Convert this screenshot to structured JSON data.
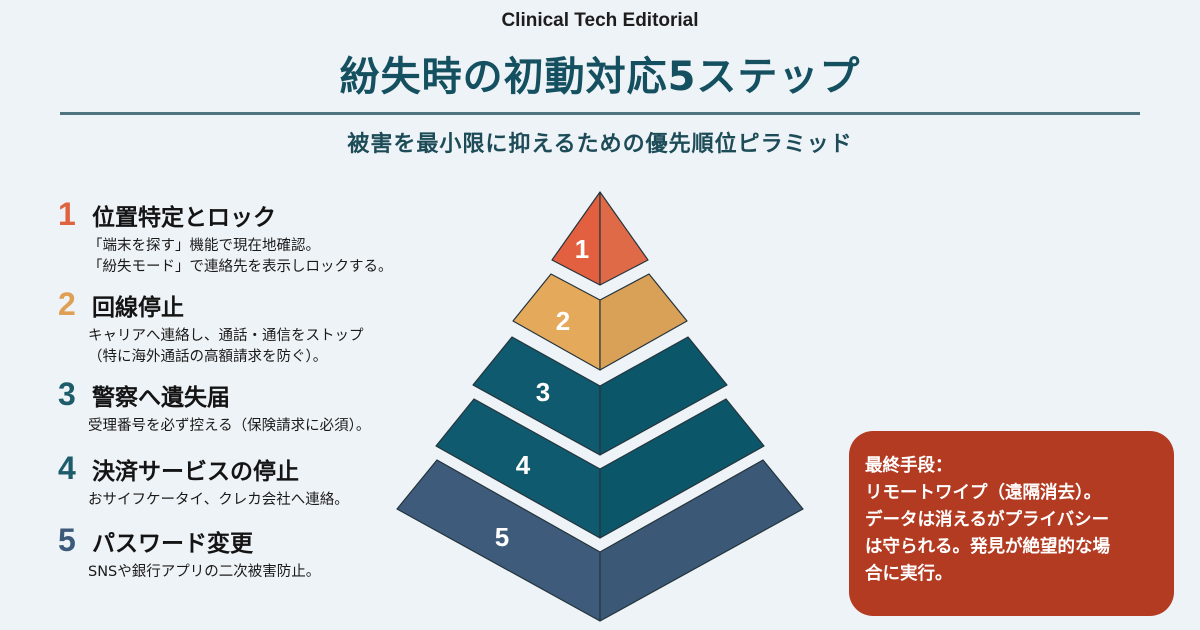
{
  "header": {
    "brand": "Clinical Tech Editorial",
    "title": "紛失時の初動対応5ステップ",
    "subtitle": "被害を最小限に抑えるための優先順位ピラミッド"
  },
  "steps": [
    {
      "number": "1",
      "title": "位置特定とロック",
      "description": "「端末を探す」機能で現在地確認。\n「紛失モード」で連絡先を表示しロックする。",
      "color": "#e0623f"
    },
    {
      "number": "2",
      "title": "回線停止",
      "description": "キャリアへ連絡し、通話・通信をストップ\n（特に海外通話の高額請求を防ぐ）。",
      "color": "#dfa055"
    },
    {
      "number": "3",
      "title": "警察へ遺失届",
      "description": "受理番号を必ず控える（保険請求に必須）。",
      "color": "#1c5c6b"
    },
    {
      "number": "4",
      "title": "決済サービスの停止",
      "description": "おサイフケータイ、クレカ会社へ連絡。",
      "color": "#1c5c6b"
    },
    {
      "number": "5",
      "title": "パスワード変更",
      "description": "SNSや銀行アプリの二次被害防止。",
      "color": "#3d5a7a"
    }
  ],
  "pyramid": {
    "tiers": [
      {
        "label": "1",
        "left_color": "#e2603f",
        "right_color": "#df6a48"
      },
      {
        "label": "2",
        "left_color": "#e5a95c",
        "right_color": "#d9a057"
      },
      {
        "label": "3",
        "left_color": "#0f5a6e",
        "right_color": "#0c566a"
      },
      {
        "label": "4",
        "left_color": "#0f5a6e",
        "right_color": "#0c566a"
      },
      {
        "label": "5",
        "left_color": "#3e5b7b",
        "right_color": "#3b5877"
      }
    ]
  },
  "callout": {
    "lines": [
      "最終手段：",
      "リモートワイプ（遠隔消去）。",
      "データは消えるがプライバシー",
      "は守られる。発見が絶望的な場",
      "合に実行。"
    ],
    "color": "#b33b22"
  }
}
